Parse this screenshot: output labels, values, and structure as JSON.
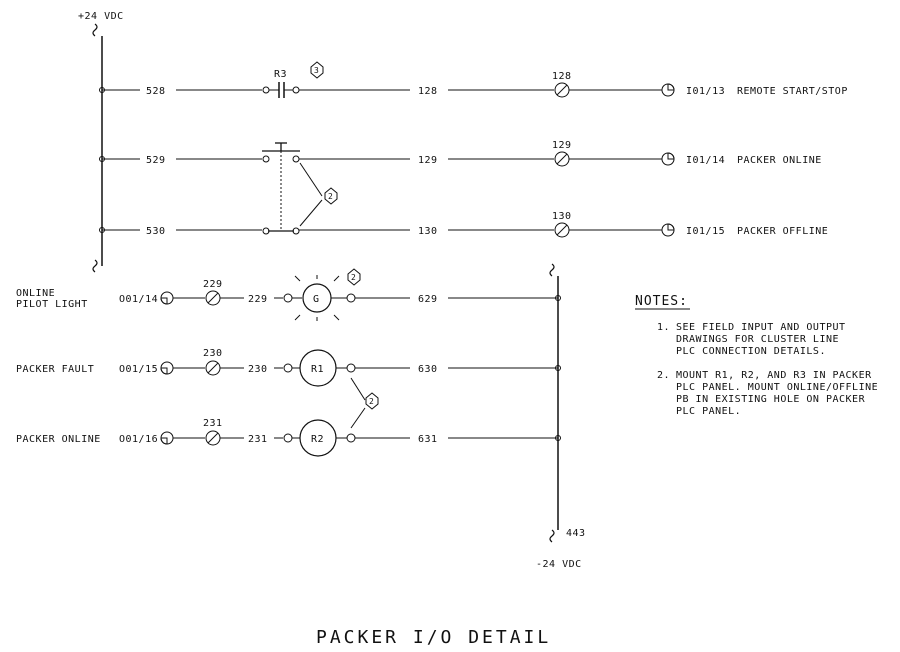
{
  "supply": {
    "top": "+24 VDC",
    "bottom": "-24 VDC",
    "bottom_wire": "443"
  },
  "inputs": [
    {
      "left_wire": "528",
      "mid_wire": "128",
      "terminal": "128",
      "address": "I01/13",
      "label": "REMOTE START/STOP",
      "contact": "R3",
      "note_ref": "3"
    },
    {
      "left_wire": "529",
      "mid_wire": "129",
      "terminal": "129",
      "address": "I01/14",
      "label": "PACKER ONLINE"
    },
    {
      "left_wire": "530",
      "mid_wire": "130",
      "terminal": "130",
      "address": "I01/15",
      "label": "PACKER OFFLINE"
    }
  ],
  "input_note_ref": "2",
  "outputs": [
    {
      "label_line1": "ONLINE",
      "label_line2": "PILOT LIGHT",
      "address": "O01/14",
      "terminal": "229",
      "wire_in": "229",
      "device": "G",
      "wire_out": "629",
      "note_ref": "2"
    },
    {
      "label_line1": "PACKER FAULT",
      "label_line2": "",
      "address": "O01/15",
      "terminal": "230",
      "wire_in": "230",
      "device": "R1",
      "wire_out": "630"
    },
    {
      "label_line1": "PACKER ONLINE",
      "label_line2": "",
      "address": "O01/16",
      "terminal": "231",
      "wire_in": "231",
      "device": "R2",
      "wire_out": "631"
    }
  ],
  "relay_note_ref": "2",
  "notes": {
    "heading": "NOTES:",
    "items": [
      {
        "num": "1.",
        "lines": [
          "SEE FIELD INPUT AND OUTPUT",
          "DRAWINGS FOR CLUSTER LINE",
          "PLC CONNECTION DETAILS."
        ]
      },
      {
        "num": "2.",
        "lines": [
          "MOUNT R1, R2, AND R3 IN PACKER",
          "PLC PANEL. MOUNT ONLINE/OFFLINE",
          "PB IN EXISTING HOLE ON PACKER",
          "PLC PANEL."
        ]
      }
    ]
  },
  "title": "PACKER I/O DETAIL"
}
